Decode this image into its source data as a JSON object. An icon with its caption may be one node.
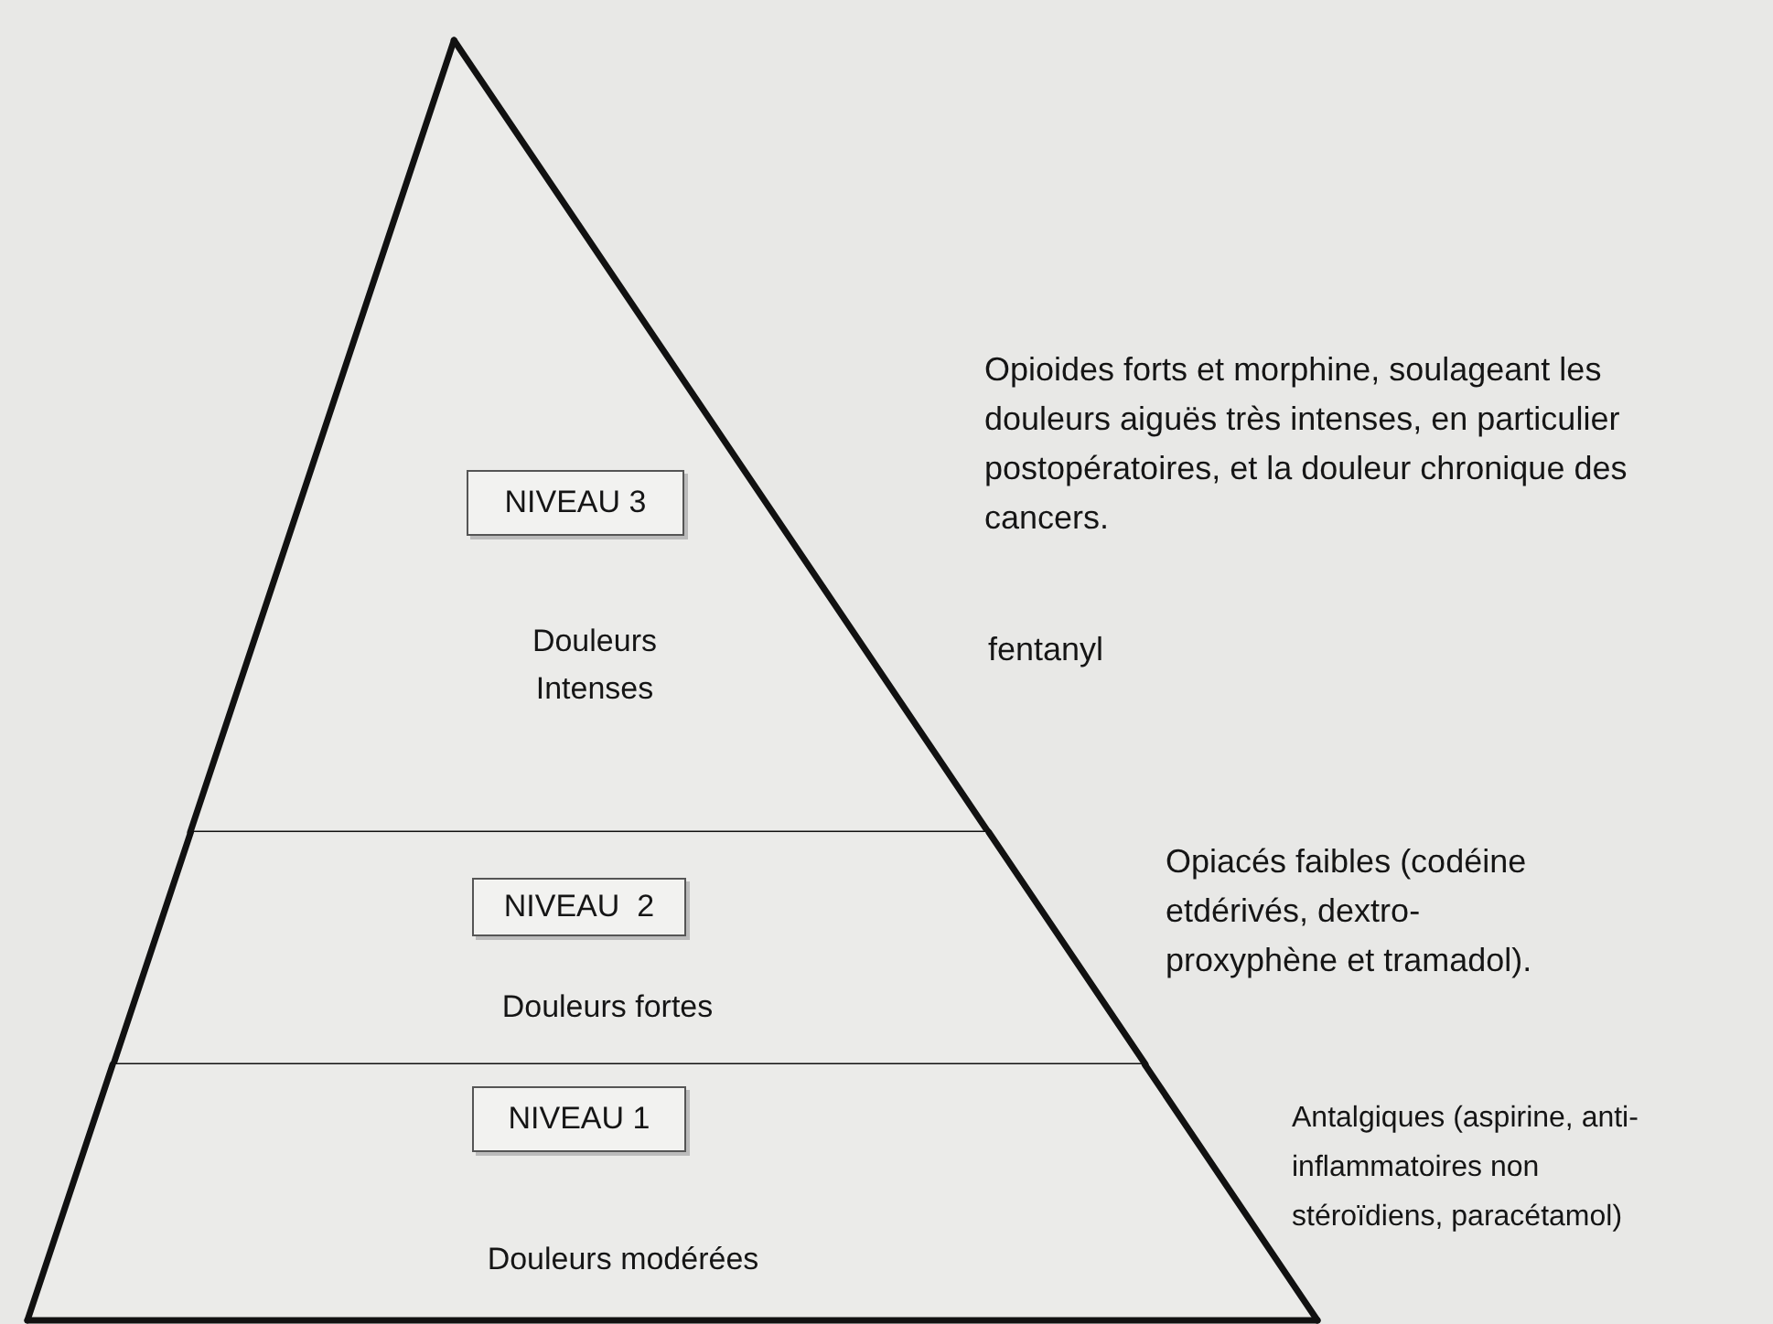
{
  "diagram": {
    "nodes": [
      {
        "text": [
          "Douleurs Intenses"
        ],
        "beside": [
          "Opioides forts et morphine, soulageant les douleurs aiguës très intenses, en particulier postopératoires, et la douleur chronique des cancers.",
          "fentanyl"
        ]
      },
      {
        "text": [
          "NIVEAU 3"
        ],
        "in": 0
      },
      {
        "text": [
          "Douleurs fortes"
        ],
        "beside": [
          "Opiacés faibles (codéine etdérivés, dextro- proxyphène et tramadol)."
        ]
      },
      {
        "text": [
          "NIVEAU  2"
        ],
        "in": 2
      },
      {
        "text": [
          "Douleurs modérées"
        ],
        "beside": [
          "Antalgiques (aspirine, anti-inflammatoires non stéroïdiens, paracétamol)"
        ]
      },
      {
        "text": [
          "NIVEAU 1"
        ],
        "in": 4
      }
    ]
  }
}
